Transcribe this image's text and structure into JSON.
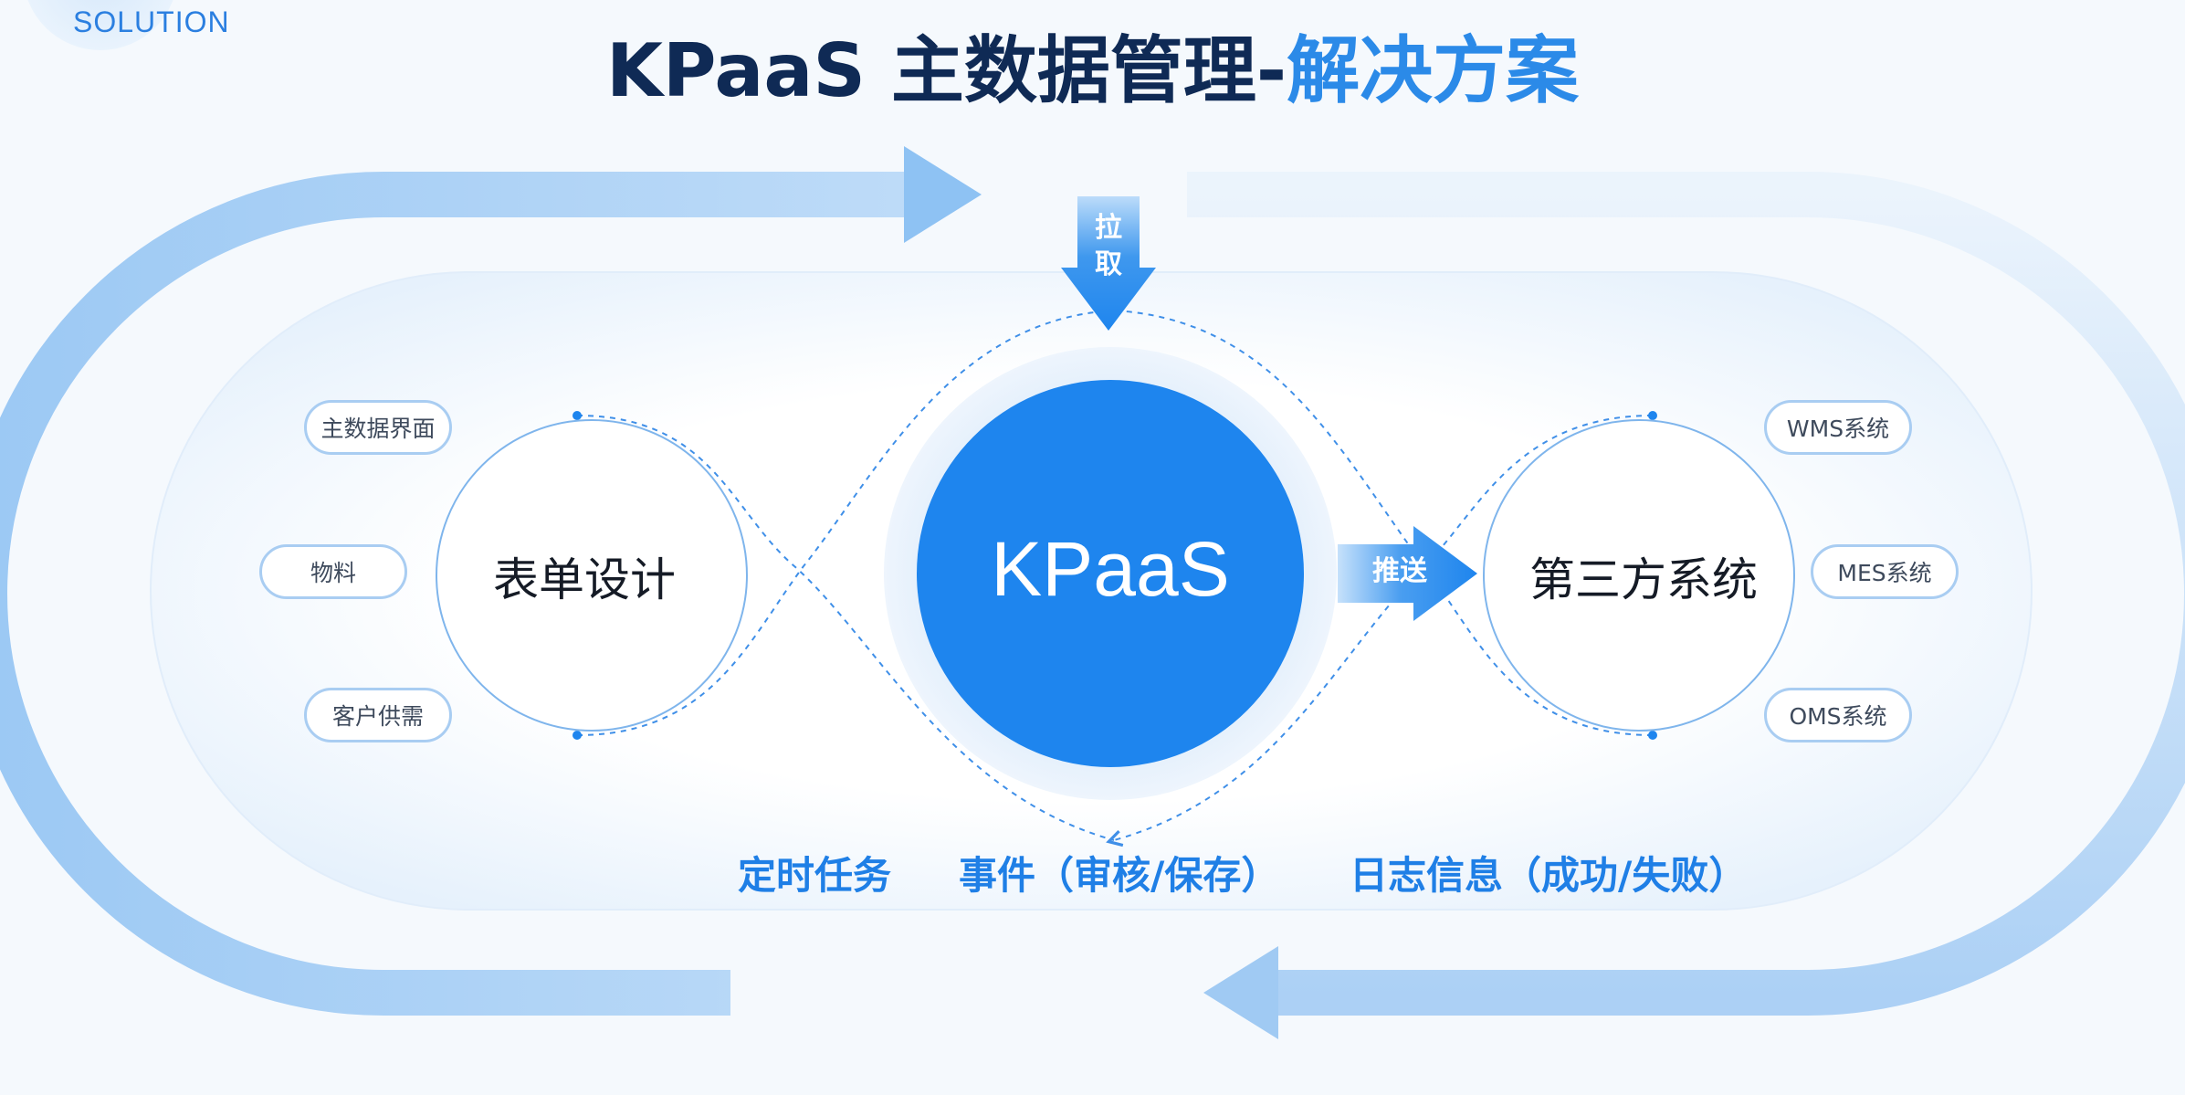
{
  "corner_label": "SOLUTION",
  "title": {
    "part1": "KPaaS 主数据管理-",
    "part2": "解决方案"
  },
  "nodes": {
    "form_design": "表单设计",
    "center": "KPaaS",
    "third_party": "第三方系统"
  },
  "flows": {
    "pull": "拉取",
    "push": "推送"
  },
  "left_pills": [
    "主数据界面",
    "物料",
    "客户供需"
  ],
  "right_pills": [
    "WMS系统",
    "MES系统",
    "OMS系统"
  ],
  "bottom_labels": [
    "定时任务",
    "事件（审核/保存）",
    "日志信息（成功/失败）"
  ],
  "colors": {
    "title_dark": "#0f2a55",
    "accent_blue": "#2b8ae8",
    "kpaas_circle": "#1e85ee",
    "pill_border": "#a9cdf2",
    "loop_arrow": "#a5cdf4"
  }
}
